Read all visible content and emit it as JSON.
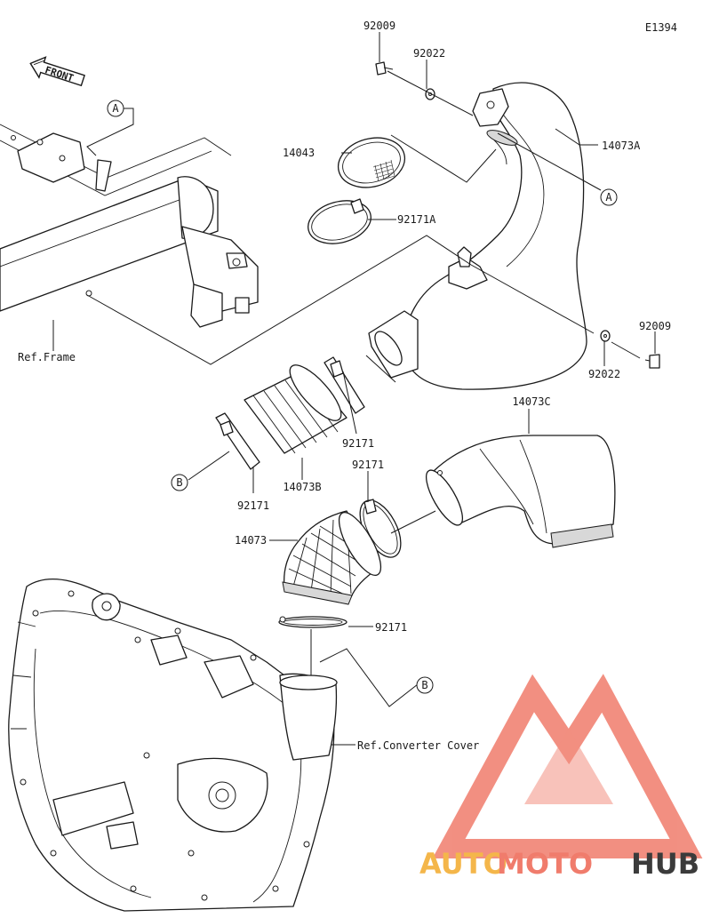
{
  "diagram_code": "E1394",
  "front_label": "FRONT",
  "ref_labels": {
    "frame": "Ref.Frame",
    "converter_cover": "Ref.Converter Cover"
  },
  "callouts": {
    "a_top": "A",
    "a_right": "A",
    "b_left": "B",
    "b_bottom": "B"
  },
  "parts": {
    "bolt_top": "92009",
    "washer_top": "92022",
    "duct_a": "14073A",
    "screen": "14043",
    "clamp_a": "92171A",
    "bolt_right": "92009",
    "washer_right": "92022",
    "duct_c": "14073C",
    "clamp_mid_upper": "92171",
    "clamp_mid_lower": "92171",
    "duct_b": "14073B",
    "clamp_left": "92171",
    "duct": "14073",
    "clamp_bottom": "92171"
  },
  "watermark": {
    "auto": "AUTO",
    "moto": "MOTO",
    "hub": "HUB",
    "colors": {
      "auto": "#f4b64a",
      "moto": "#f07c6c",
      "hub": "#3b3b3b",
      "logo": "#f07c6c"
    }
  }
}
